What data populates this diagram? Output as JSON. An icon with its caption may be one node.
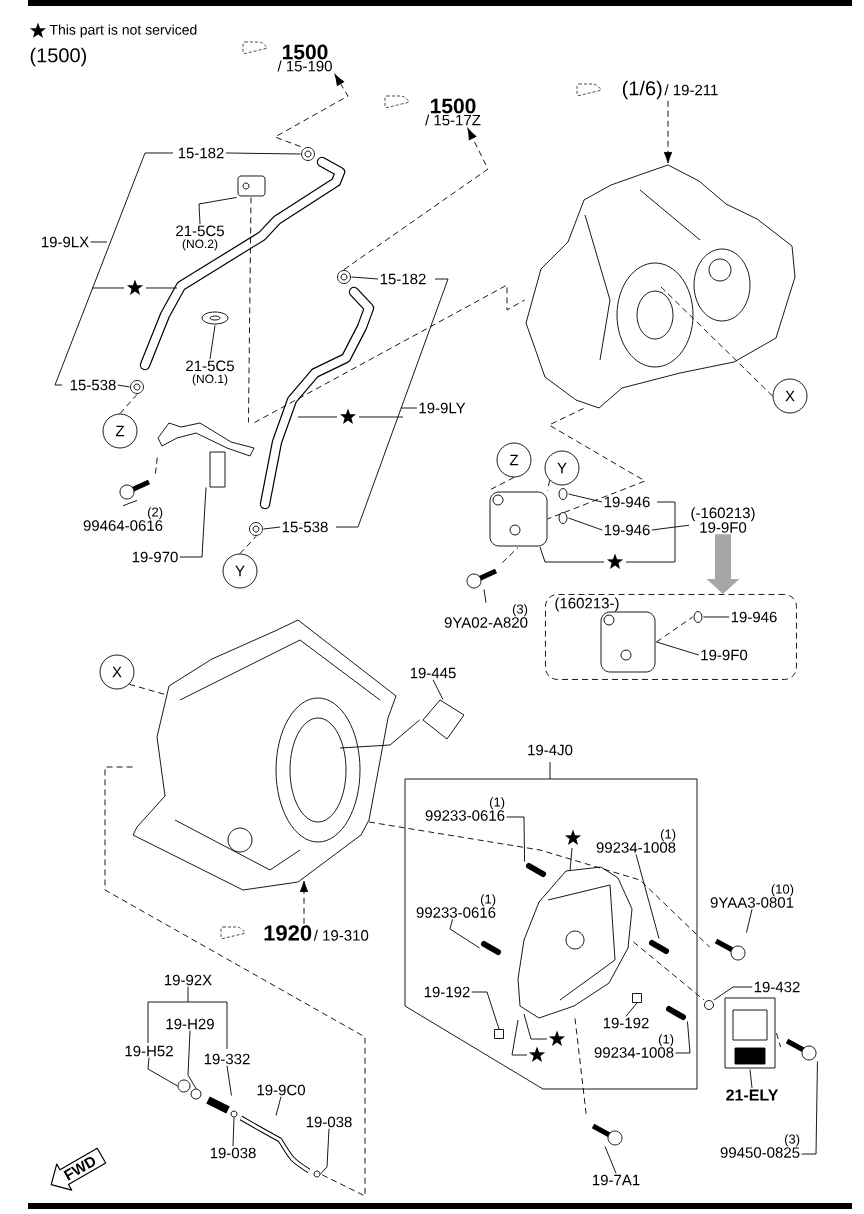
{
  "diagram": {
    "nodes": [
      {
        "text": [
          "1500",
          "/ 15-190"
        ]
      },
      {
        "text": [
          "1500",
          "/ 15-17Z"
        ]
      },
      {
        "text": [
          "(1/6)",
          "/ 19-211"
        ]
      },
      {
        "text": [
          "15-182"
        ]
      },
      {
        "text": [
          "19-9LX"
        ]
      },
      {
        "text": [
          "21-5C5",
          "(NO.2)"
        ]
      },
      {
        "text": [
          "21-5C5",
          "(NO.1)"
        ]
      },
      {
        "text": [
          "15-538"
        ]
      },
      {
        "text": [
          "Z"
        ]
      },
      {
        "text": [
          "(2)",
          "99464-0616"
        ]
      },
      {
        "text": [
          "19-970"
        ]
      },
      {
        "text": [
          "15-182"
        ]
      },
      {
        "text": [
          "19-9LY"
        ]
      },
      {
        "text": [
          "15-538"
        ]
      },
      {
        "text": [
          "Y"
        ]
      },
      {
        "text": [
          "X"
        ]
      },
      {
        "text": [
          "Z"
        ]
      },
      {
        "text": [
          "Y"
        ]
      },
      {
        "text": [
          "19-946"
        ]
      },
      {
        "text": [
          "19-946"
        ]
      },
      {
        "text": [
          "(-160213)",
          "19-9F0"
        ]
      },
      {
        "text": [
          "(3)",
          "9YA02-A820"
        ]
      },
      {
        "text": [
          "(160213-)"
        ]
      },
      {
        "text": [
          "19-946"
        ],
        "in": 22
      },
      {
        "text": [
          "19-9F0"
        ],
        "in": 22
      },
      {
        "text": [
          "X"
        ]
      },
      {
        "text": [
          "19-445"
        ]
      },
      {
        "text": [
          "1920",
          "/ 19-310"
        ]
      },
      {
        "text": [
          "19-4J0"
        ]
      },
      {
        "text": [
          "(1)",
          "99233-0616"
        ],
        "in": 28
      },
      {
        "text": [
          "(1)",
          "99234-1008"
        ],
        "in": 28
      },
      {
        "text": [
          "(1)",
          "99233-0616"
        ],
        "in": 28
      },
      {
        "text": [
          "19-192"
        ],
        "in": 28
      },
      {
        "text": [
          "19-192"
        ],
        "in": 28
      },
      {
        "text": [
          "(1)",
          "99234-1008"
        ],
        "in": 28
      },
      {
        "text": [
          "(10)",
          "9YAA3-0801"
        ]
      },
      {
        "text": [
          "19-432"
        ]
      },
      {
        "text": [
          "21-ELY"
        ]
      },
      {
        "text": [
          "(3)",
          "99450-0825"
        ]
      },
      {
        "text": [
          "19-7A1"
        ]
      },
      {
        "text": [
          "19-92X"
        ]
      },
      {
        "text": [
          "19-H29"
        ]
      },
      {
        "text": [
          "19-H52"
        ]
      },
      {
        "text": [
          "19-332"
        ]
      },
      {
        "text": [
          "19-9C0"
        ]
      },
      {
        "text": [
          "19-038"
        ]
      },
      {
        "text": [
          "19-038"
        ]
      },
      {
        "text": [
          "FWD"
        ]
      },
      {
        "text": [],
        "shape": "picture"
      },
      {
        "text": [],
        "shape": "picture"
      },
      {
        "text": [],
        "shape": "picture"
      },
      {
        "text": [],
        "shape": "picture"
      },
      {
        "text": [],
        "shape": "picture"
      },
      {
        "text": [],
        "shape": "picture"
      },
      {
        "text": [],
        "shape": "picture"
      },
      {
        "text": [],
        "shape": "picture"
      },
      {
        "text": [],
        "shape": "picture"
      },
      {
        "text": [],
        "shape": "picture"
      },
      {
        "text": [],
        "shape": "picture"
      },
      {
        "text": [],
        "shape": "picture"
      },
      {
        "text": [],
        "shape": "picture"
      },
      {
        "text": [],
        "shape": "picture",
        "in": 22
      },
      {
        "text": [],
        "shape": "picture",
        "in": 22
      },
      {
        "text": [],
        "shape": "picture"
      },
      {
        "text": [],
        "shape": "picture"
      },
      {
        "text": [],
        "shape": "picture",
        "in": 28
      },
      {
        "text": [],
        "shape": "picture",
        "in": 28
      },
      {
        "text": [],
        "shape": "picture",
        "in": 28
      },
      {
        "text": [],
        "shape": "picture",
        "in": 28
      },
      {
        "text": [],
        "shape": "picture",
        "in": 28
      },
      {
        "text": [],
        "shape": "box",
        "in": 28
      },
      {
        "text": [],
        "shape": "box",
        "in": 28
      },
      {
        "text": [],
        "shape": "picture"
      },
      {
        "text": [],
        "shape": "circle"
      },
      {
        "text": [],
        "shape": "picture"
      },
      {
        "text": [],
        "shape": "picture"
      },
      {
        "text": [],
        "shape": "picture"
      },
      {
        "text": [],
        "shape": "circle"
      },
      {
        "text": [],
        "shape": "circle"
      },
      {
        "text": [],
        "shape": "picture"
      },
      {
        "text": [],
        "shape": "circle"
      },
      {
        "text": [],
        "shape": "picture"
      },
      {
        "text": [],
        "shape": "circle"
      }
    ],
    "edges": [
      {
        "from": 48,
        "to": 0,
        "arrow": "to",
        "style": "dashed"
      },
      {
        "from": 49,
        "to": 1,
        "arrow": "to",
        "style": "dashed"
      },
      {
        "from": 2,
        "to": 56,
        "arrow": "to",
        "style": "dashed"
      },
      {
        "from": 27,
        "to": 63,
        "arrow": "to",
        "style": "dashed"
      },
      {
        "from": 3,
        "to": 48,
        "arrow": "none"
      },
      {
        "from": 4,
        "to": null,
        "arrow": "none"
      },
      {
        "from": 5,
        "to": 52,
        "arrow": "none"
      },
      {
        "from": 6,
        "to": 53,
        "arrow": "none"
      },
      {
        "from": 7,
        "to": 50,
        "arrow": "none"
      },
      {
        "from": 8,
        "to": 50,
        "arrow": "none",
        "style": "dashed"
      },
      {
        "from": 9,
        "to": 55,
        "arrow": "none"
      },
      {
        "from": 10,
        "to": 54,
        "arrow": "none"
      },
      {
        "from": 11,
        "to": 49,
        "arrow": "none"
      },
      {
        "from": 12,
        "to": null,
        "arrow": "none"
      },
      {
        "from": 13,
        "to": 51,
        "arrow": "none"
      },
      {
        "from": 14,
        "to": 51,
        "arrow": "none",
        "style": "dashed"
      },
      {
        "from": 15,
        "to": 56,
        "arrow": "none",
        "style": "dashed"
      },
      {
        "from": 16,
        "to": 57,
        "arrow": "none",
        "style": "dashed"
      },
      {
        "from": 17,
        "to": 57,
        "arrow": "none",
        "style": "dashed"
      },
      {
        "from": 18,
        "to": 58,
        "arrow": "none"
      },
      {
        "from": 19,
        "to": 59,
        "arrow": "none"
      },
      {
        "from": 20,
        "to": 19,
        "arrow": "none"
      },
      {
        "from": 21,
        "to": 60,
        "arrow": "none"
      },
      {
        "from": 23,
        "to": 62,
        "arrow": "none"
      },
      {
        "from": 24,
        "to": 61,
        "arrow": "none"
      },
      {
        "from": 25,
        "to": 63,
        "arrow": "none",
        "style": "dashed"
      },
      {
        "from": 26,
        "to": 64,
        "arrow": "none"
      },
      {
        "from": 29,
        "to": 66,
        "arrow": "none"
      },
      {
        "from": 30,
        "to": 67,
        "arrow": "none"
      },
      {
        "from": 31,
        "to": 68,
        "arrow": "none"
      },
      {
        "from": 32,
        "to": 70,
        "arrow": "none"
      },
      {
        "from": 33,
        "to": 71,
        "arrow": "none"
      },
      {
        "from": 34,
        "to": 69,
        "arrow": "none"
      },
      {
        "from": 35,
        "to": 72,
        "arrow": "none"
      },
      {
        "from": 36,
        "to": 73,
        "arrow": "none"
      },
      {
        "from": 37,
        "to": 74,
        "arrow": "none"
      },
      {
        "from": 38,
        "to": 75,
        "arrow": "none"
      },
      {
        "from": 39,
        "to": 76,
        "arrow": "none"
      },
      {
        "from": 40,
        "to": null,
        "arrow": "none"
      },
      {
        "from": 41,
        "to": 78,
        "arrow": "none"
      },
      {
        "from": 42,
        "to": 77,
        "arrow": "none"
      },
      {
        "from": 43,
        "to": 79,
        "arrow": "none"
      },
      {
        "from": 44,
        "to": 81,
        "arrow": "none"
      },
      {
        "from": 45,
        "to": 80,
        "arrow": "none"
      },
      {
        "from": 46,
        "to": 82,
        "arrow": "none"
      },
      {
        "from": 52,
        "to": 54,
        "arrow": "none",
        "style": "dashed"
      },
      {
        "from": 54,
        "to": 56,
        "arrow": "none",
        "style": "dashed"
      },
      {
        "from": 55,
        "to": 54,
        "arrow": "none",
        "style": "dashed"
      },
      {
        "from": 56,
        "to": 57,
        "arrow": "none",
        "style": "dashed"
      },
      {
        "from": 60,
        "to": 57,
        "arrow": "none",
        "style": "dashed"
      },
      {
        "from": 61,
        "to": 62,
        "arrow": "none",
        "style": "dashed"
      },
      {
        "from": 63,
        "to": 72,
        "arrow": "none",
        "style": "dashed"
      },
      {
        "from": 65,
        "to": 73,
        "arrow": "none",
        "style": "dashed"
      },
      {
        "from": 65,
        "to": 76,
        "arrow": "none",
        "style": "dashed"
      },
      {
        "from": 20,
        "to": 22,
        "arrow": "to",
        "style": "thick",
        "color": "#a6a6a6"
      },
      {
        "from": 63,
        "to": 82,
        "arrow": "none",
        "style": "dashed"
      },
      {
        "from": 74,
        "to": 75,
        "arrow": "none",
        "style": "dashed"
      },
      {
        "from": 64,
        "to": 63,
        "arrow": "none"
      }
    ],
    "labels": [
      "This part is not serviced",
      "(1500)"
    ]
  }
}
